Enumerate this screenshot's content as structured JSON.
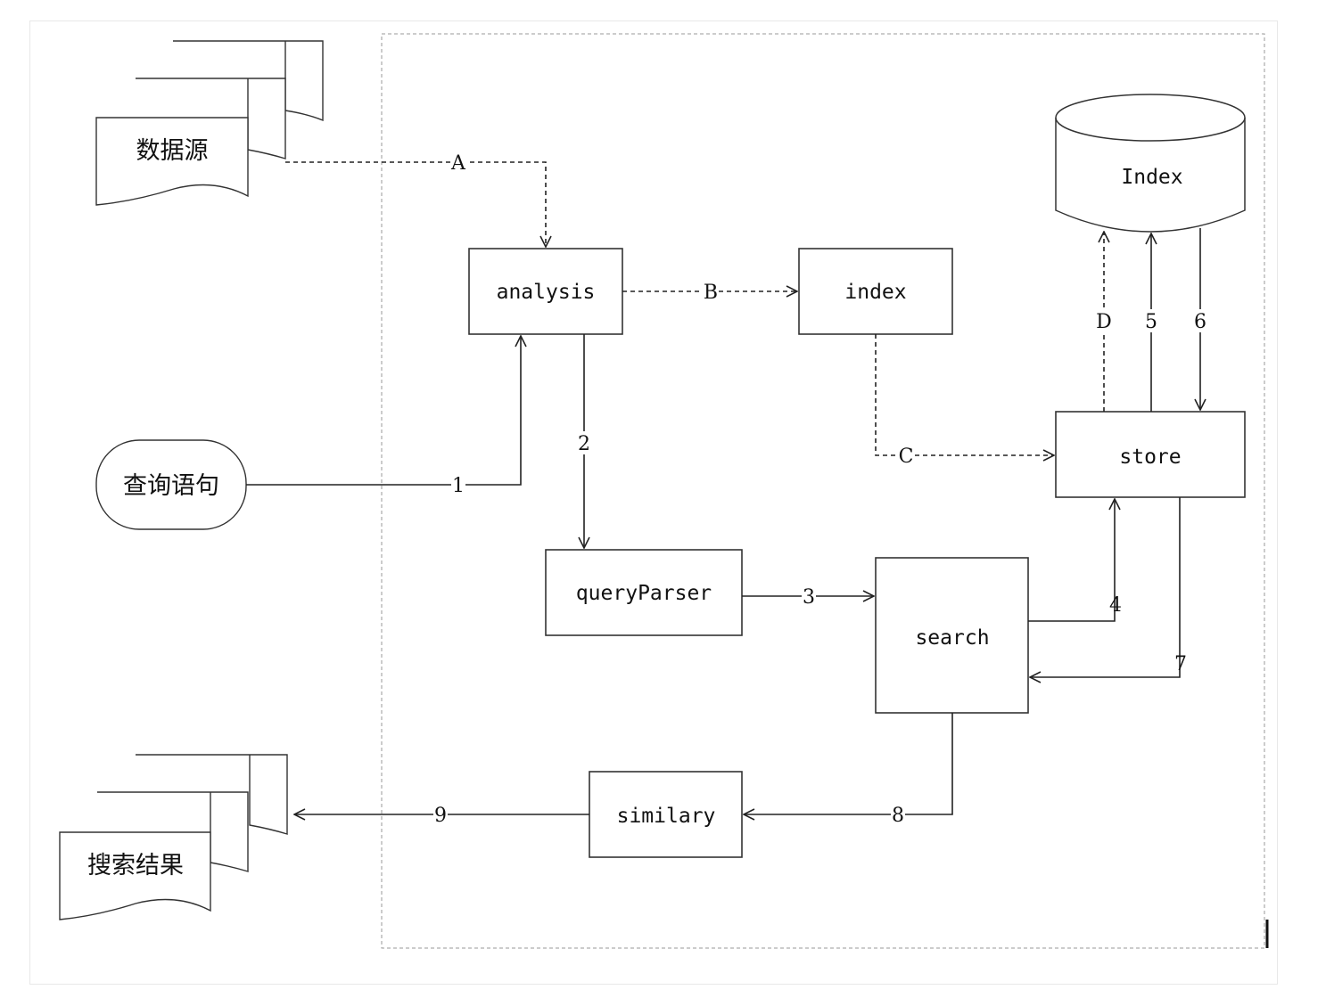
{
  "nodes": {
    "data_source": "数据源",
    "query_statement": "查询语句",
    "search_results": "搜索结果",
    "analysis": "analysis",
    "index_proc": "index",
    "index_db": "Index",
    "store": "store",
    "query_parser": "queryParser",
    "search": "search",
    "similary": "similary"
  },
  "edges": {
    "A": "A",
    "B": "B",
    "C": "C",
    "D": "D",
    "e1": "1",
    "e2": "2",
    "e3": "3",
    "e4": "4",
    "e5": "5",
    "e6": "6",
    "e7": "7",
    "e8": "8",
    "e9": "9"
  }
}
